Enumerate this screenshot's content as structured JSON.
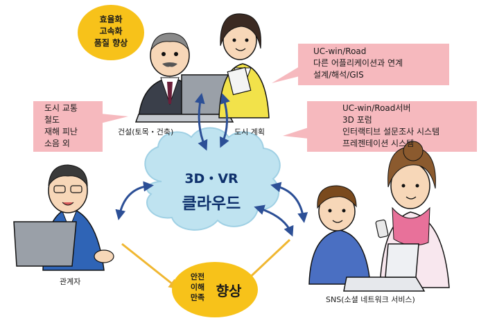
{
  "top_bubble": {
    "lines": [
      "효율화",
      "고속화",
      "품질 향상"
    ]
  },
  "callout_right_top": {
    "lines": [
      "UC-win/Road",
      "다른 어플리케이션과 연계",
      "설계/해석/GIS"
    ]
  },
  "callout_left": {
    "lines": [
      "도시 교통",
      "철도",
      "재해 피난",
      "소음 외"
    ]
  },
  "callout_right_mid": {
    "lines": [
      "UC-win/Road서버",
      "3D 포럼",
      "인터랙티브 설문조사 시스템",
      "프레젠테이션 시스템"
    ]
  },
  "cloud": {
    "line1": "3D・VR",
    "line2": "클라우드"
  },
  "captions": {
    "construction": "건설(토목・건축)",
    "urban_planning": "도시 계획",
    "officials": "관계자",
    "sns": "SNS(소셜 네트워크 서비스)"
  },
  "bottom_bubble": {
    "lines": [
      "안전",
      "이해",
      "만족"
    ],
    "emphasis": "향상"
  },
  "colors": {
    "callout_pink": "#f6b9be",
    "callout_border": "#e58a92",
    "cloud_fill": "#bfe3f0",
    "bubble_yellow": "#f7c21a",
    "arrow_blue": "#2c4f96",
    "arrow_yellow": "#f0b731"
  }
}
